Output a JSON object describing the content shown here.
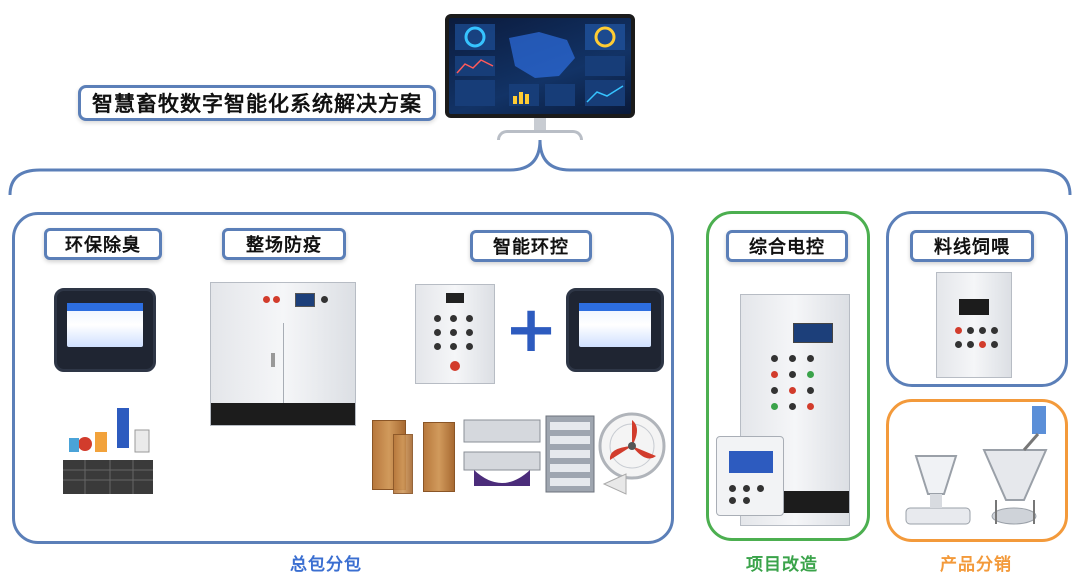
{
  "title": "智慧畜牧数字智能化系统解决方案",
  "groups": {
    "main": {
      "caption": "总包分包",
      "caption_color": "#3b6fd1",
      "border_color": "#5b7fb8",
      "sections": [
        {
          "label": "环保除臭"
        },
        {
          "label": "整场防疫"
        },
        {
          "label": "智能环控"
        }
      ],
      "plus_symbol": "+"
    },
    "electric": {
      "label": "综合电控",
      "caption": "项目改造",
      "caption_color": "#3aa34a",
      "border_color": "#4caf50"
    },
    "feeding": {
      "label": "料线饲喂",
      "border_color": "#5b7fb8"
    },
    "product": {
      "caption": "产品分销",
      "caption_color": "#f39a3b",
      "border_color": "#f39a3b"
    }
  },
  "colors": {
    "accent_blue": "#3b6fd1",
    "connector": "#5b7fb8"
  },
  "icons": [
    "monitor-icon",
    "tablet-controller-icon",
    "cabinet-icon",
    "fan-icon",
    "cooling-pad-icon",
    "feeder-icon"
  ]
}
